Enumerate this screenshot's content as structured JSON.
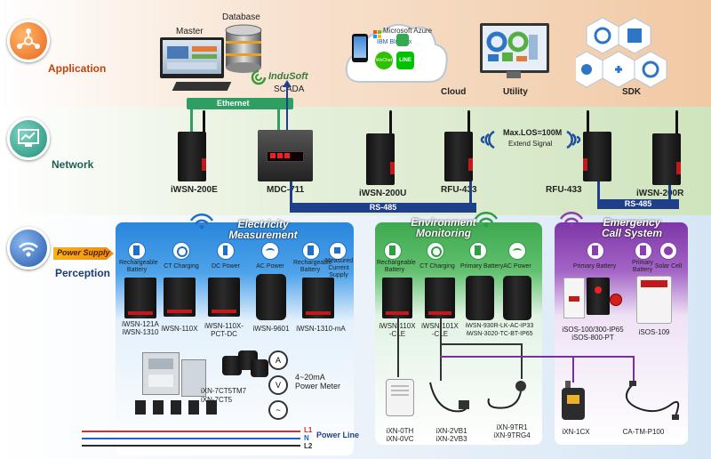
{
  "layers": {
    "application": "Application",
    "network": "Network",
    "perception": "Perception",
    "power_supply": "Power Supply"
  },
  "application": {
    "master": "Master",
    "database": "Database",
    "indusoft": "InduSoft",
    "scada": "SCADA",
    "ethernet": "Ethernet",
    "cloud": "Cloud",
    "azure": "Microsoft Azure",
    "bluemix": "IBM Bluemix",
    "wechat": "WeChat",
    "line": "LINE",
    "utility": "Utility",
    "sdk": "SDK"
  },
  "network": {
    "wsn200e": "iWSN-200E",
    "mdc711": "MDC-711",
    "wsn200u": "iWSN-200U",
    "rfu433a": "RFU-433",
    "rfu433b": "RFU-433",
    "wsn200r": "iWSN-200R",
    "maxlos": "Max.LOS=100M",
    "extend": "Extend Signal",
    "rs485a": "RS-485",
    "rs485b": "RS-485"
  },
  "electricity": {
    "title1": "Electricity",
    "title2": "Measurement",
    "cat1": "Rechargeable Battery",
    "cat2": "CT Charging",
    "cat3": "DC Power",
    "cat4": "AC Power",
    "cat5": "Rechargeable Battery",
    "cat6": "Measured Current Supply",
    "dev1a": "iWSN-121A",
    "dev1b": "iWSN-1310",
    "dev2": "iWSN-110X",
    "dev3a": "iWSN-110X-",
    "dev3b": "PCT-DC",
    "dev4": "iWSN-9601",
    "dev5": "iWSN-1310-mA",
    "ct1": "iXN-7CT5TM7",
    "ct2": "iXN-7CT5",
    "meter1": "4~20mA",
    "meter2": "Power Meter",
    "l1": "L1",
    "n": "N",
    "l2": "L2",
    "powerline": "Power Line"
  },
  "environment": {
    "title1": "Environment",
    "title2": "Monitoring",
    "cat1": "Rechargeable Battery",
    "cat2": "CT Charging",
    "cat3": "Primary Battery",
    "cat4": "AC Power",
    "dev1a": "iWSN-110X",
    "dev1b": "-CLE",
    "dev2a": "iWSN-101X",
    "dev2b": "-CLE",
    "dev3a": "iWSN-930R-LK-AC-IP33",
    "dev3b": "iWSN-3020-TC-BT-IP65",
    "s1a": "iXN-0TH",
    "s1b": "iXN-0VC",
    "s2a": "iXN-2VB1",
    "s2b": "iXN-2VB3",
    "s3a": "iXN-9TR1",
    "s3b": "iXN-9TRG4"
  },
  "emergency": {
    "title1": "Emergency",
    "title2": "Call System",
    "cat1": "Primary Battery",
    "cat2": "Primary Battery",
    "cat3": "Solar Cell",
    "dev1a": "iSOS-100/300-IP65",
    "dev1b": "iSOS-800-PT",
    "dev2": "iSOS-109",
    "s1": "iXN-1CX",
    "s2": "CA-TM-P100"
  },
  "colors": {
    "app_band": "#f4d4b6",
    "net_band": "#d7e9c3",
    "perc_band": "#dbe8f5",
    "elec_panel": "#2b8de0",
    "env_panel": "#47b55a",
    "emer_panel": "#8a3fb0",
    "bus": "#1f3f8a"
  }
}
